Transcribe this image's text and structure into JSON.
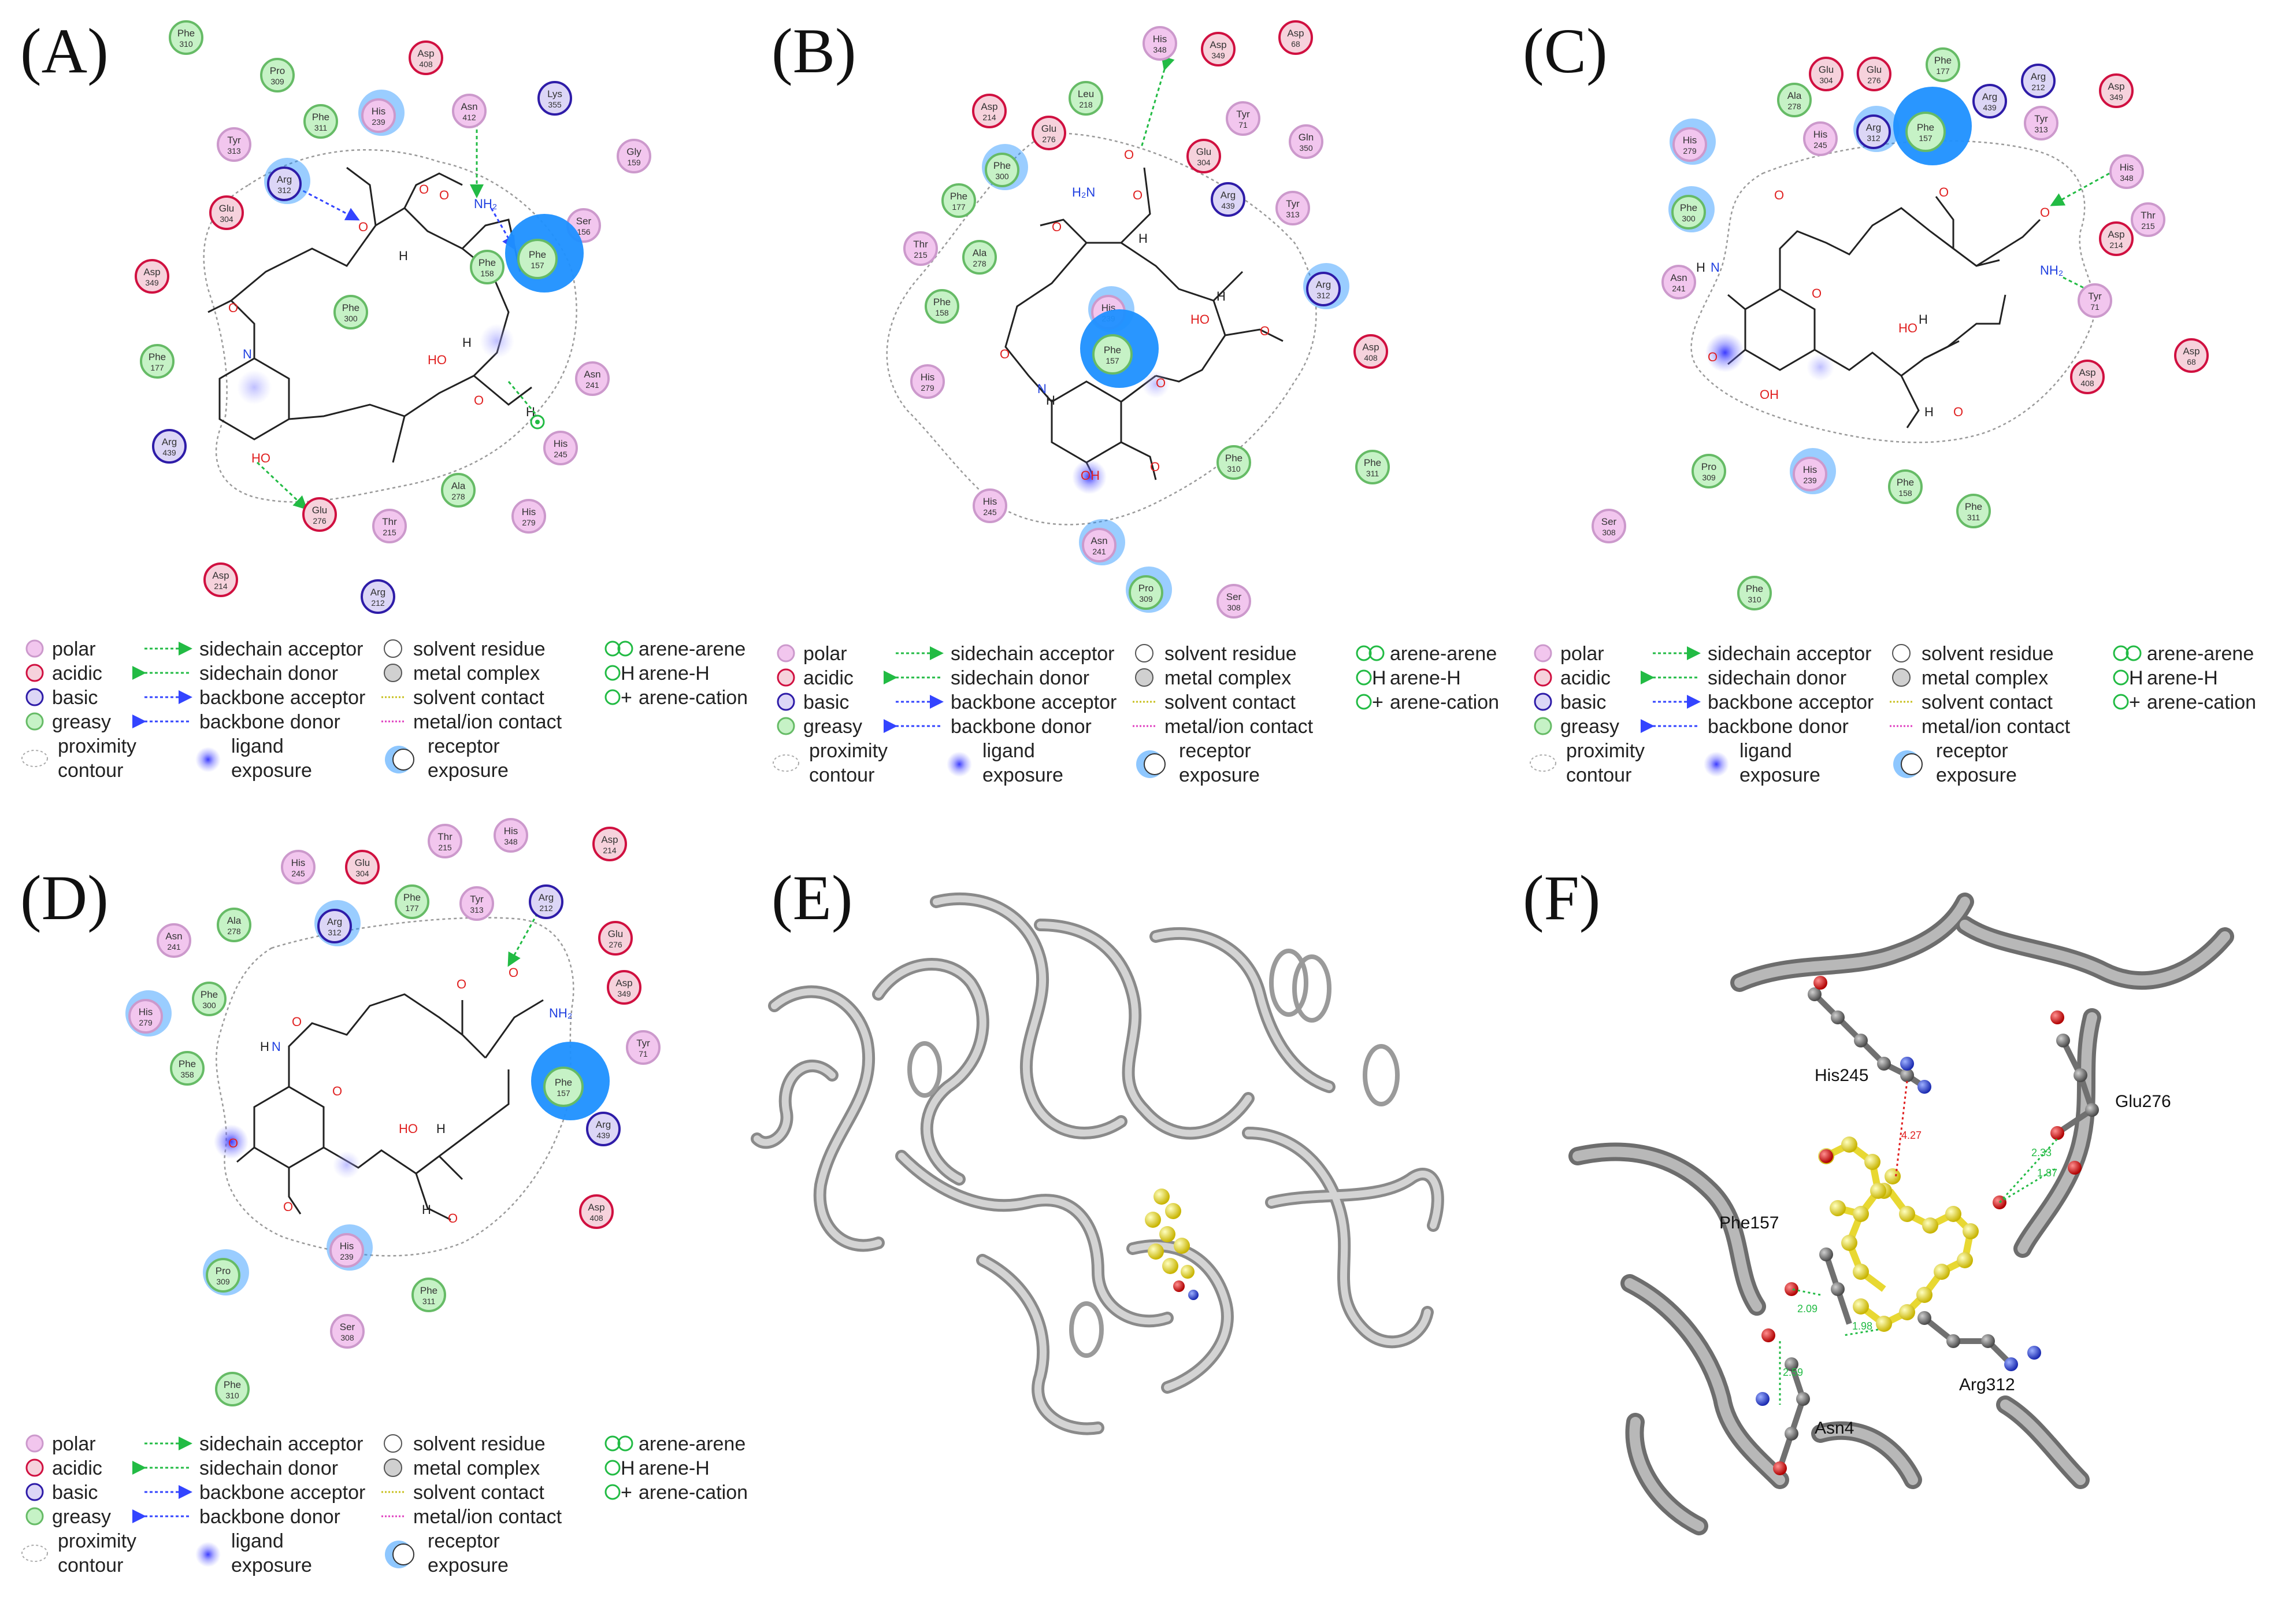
{
  "panels": {
    "A": {
      "letter": "(A)",
      "residues": [
        {
          "name": "Phe",
          "num": "310",
          "type": "greasy"
        },
        {
          "name": "Pro",
          "num": "309",
          "type": "greasy"
        },
        {
          "name": "Phe",
          "num": "311",
          "type": "greasy"
        },
        {
          "name": "His",
          "num": "239",
          "type": "polar",
          "exp": true
        },
        {
          "name": "Asp",
          "num": "408",
          "type": "acidic"
        },
        {
          "name": "Asn",
          "num": "412",
          "type": "polar"
        },
        {
          "name": "Lys",
          "num": "355",
          "type": "basic"
        },
        {
          "name": "Tyr",
          "num": "313",
          "type": "polar"
        },
        {
          "name": "Gly",
          "num": "159",
          "type": "polar"
        },
        {
          "name": "Arg",
          "num": "312",
          "type": "basic",
          "exp": true
        },
        {
          "name": "Ser",
          "num": "156",
          "type": "polar"
        },
        {
          "name": "Glu",
          "num": "304",
          "type": "acidic"
        },
        {
          "name": "Phe",
          "num": "158",
          "type": "greasy"
        },
        {
          "name": "Phe",
          "num": "157",
          "type": "greasy",
          "exp": true,
          "big": true
        },
        {
          "name": "Asp",
          "num": "349",
          "type": "acidic"
        },
        {
          "name": "Phe",
          "num": "300",
          "type": "greasy"
        },
        {
          "name": "Phe",
          "num": "177",
          "type": "greasy"
        },
        {
          "name": "Asn",
          "num": "241",
          "type": "polar"
        },
        {
          "name": "Arg",
          "num": "439",
          "type": "basic"
        },
        {
          "name": "His",
          "num": "245",
          "type": "polar"
        },
        {
          "name": "Ala",
          "num": "278",
          "type": "greasy"
        },
        {
          "name": "Glu",
          "num": "276",
          "type": "acidic"
        },
        {
          "name": "Thr",
          "num": "215",
          "type": "polar"
        },
        {
          "name": "His",
          "num": "279",
          "type": "polar"
        },
        {
          "name": "Asp",
          "num": "214",
          "type": "acidic"
        },
        {
          "name": "Arg",
          "num": "212",
          "type": "basic"
        }
      ],
      "atoms": [
        "O",
        "O",
        "O",
        "NH₂",
        "O",
        "N",
        "H",
        "HO",
        "O",
        "H",
        "HO",
        "H"
      ]
    },
    "B": {
      "letter": "(B)",
      "residues": [
        {
          "name": "Asp",
          "num": "349",
          "type": "acidic"
        },
        {
          "name": "Asp",
          "num": "68",
          "type": "acidic"
        },
        {
          "name": "His",
          "num": "348",
          "type": "polar"
        },
        {
          "name": "Leu",
          "num": "218",
          "type": "greasy"
        },
        {
          "name": "Asp",
          "num": "214",
          "type": "acidic"
        },
        {
          "name": "Glu",
          "num": "276",
          "type": "acidic"
        },
        {
          "name": "Tyr",
          "num": "71",
          "type": "polar"
        },
        {
          "name": "Gln",
          "num": "350",
          "type": "polar"
        },
        {
          "name": "Phe",
          "num": "300",
          "type": "greasy",
          "exp": true
        },
        {
          "name": "Glu",
          "num": "304",
          "type": "acidic"
        },
        {
          "name": "Phe",
          "num": "177",
          "type": "greasy"
        },
        {
          "name": "Arg",
          "num": "439",
          "type": "basic"
        },
        {
          "name": "Tyr",
          "num": "313",
          "type": "polar"
        },
        {
          "name": "Thr",
          "num": "215",
          "type": "polar"
        },
        {
          "name": "Ala",
          "num": "278",
          "type": "greasy"
        },
        {
          "name": "Phe",
          "num": "158",
          "type": "greasy"
        },
        {
          "name": "His",
          "num": "239",
          "type": "polar",
          "exp": true
        },
        {
          "name": "Arg",
          "num": "312",
          "type": "basic",
          "exp": true
        },
        {
          "name": "Phe",
          "num": "157",
          "type": "greasy",
          "exp": true,
          "big": true
        },
        {
          "name": "Asp",
          "num": "408",
          "type": "acidic"
        },
        {
          "name": "His",
          "num": "279",
          "type": "polar"
        },
        {
          "name": "Phe",
          "num": "310",
          "type": "greasy"
        },
        {
          "name": "Phe",
          "num": "311",
          "type": "greasy"
        },
        {
          "name": "His",
          "num": "245",
          "type": "polar"
        },
        {
          "name": "Asn",
          "num": "241",
          "type": "polar",
          "exp": true
        },
        {
          "name": "Pro",
          "num": "309",
          "type": "greasy",
          "exp": true
        },
        {
          "name": "Ser",
          "num": "308",
          "type": "polar"
        }
      ],
      "atoms": [
        "O",
        "H₂N",
        "O",
        "O",
        "H",
        "HO",
        "O",
        "O",
        "N",
        "H",
        "OH",
        "O",
        "H",
        "O"
      ]
    },
    "C": {
      "letter": "(C)",
      "residues": [
        {
          "name": "Glu",
          "num": "304",
          "type": "acidic"
        },
        {
          "name": "Glu",
          "num": "276",
          "type": "acidic"
        },
        {
          "name": "Phe",
          "num": "177",
          "type": "greasy"
        },
        {
          "name": "Arg",
          "num": "212",
          "type": "basic"
        },
        {
          "name": "Ala",
          "num": "278",
          "type": "greasy"
        },
        {
          "name": "Arg",
          "num": "439",
          "type": "basic"
        },
        {
          "name": "Asp",
          "num": "349",
          "type": "acidic"
        },
        {
          "name": "His",
          "num": "279",
          "type": "polar",
          "exp": true
        },
        {
          "name": "His",
          "num": "245",
          "type": "polar"
        },
        {
          "name": "Arg",
          "num": "312",
          "type": "basic",
          "exp": true
        },
        {
          "name": "Phe",
          "num": "157",
          "type": "greasy",
          "exp": true,
          "big": true
        },
        {
          "name": "Tyr",
          "num": "313",
          "type": "polar"
        },
        {
          "name": "His",
          "num": "348",
          "type": "polar"
        },
        {
          "name": "Phe",
          "num": "300",
          "type": "greasy",
          "exp": true
        },
        {
          "name": "Thr",
          "num": "215",
          "type": "polar"
        },
        {
          "name": "Asp",
          "num": "214",
          "type": "acidic"
        },
        {
          "name": "Asn",
          "num": "241",
          "type": "polar"
        },
        {
          "name": "Tyr",
          "num": "71",
          "type": "polar"
        },
        {
          "name": "Asp",
          "num": "68",
          "type": "acidic"
        },
        {
          "name": "Asp",
          "num": "408",
          "type": "acidic"
        },
        {
          "name": "Pro",
          "num": "309",
          "type": "greasy"
        },
        {
          "name": "His",
          "num": "239",
          "type": "polar",
          "exp": true
        },
        {
          "name": "Phe",
          "num": "158",
          "type": "greasy"
        },
        {
          "name": "Phe",
          "num": "311",
          "type": "greasy"
        },
        {
          "name": "Ser",
          "num": "308",
          "type": "polar"
        },
        {
          "name": "Phe",
          "num": "310",
          "type": "greasy"
        }
      ],
      "atoms": [
        "O",
        "N",
        "H",
        "O",
        "O",
        "OH",
        "O",
        "O",
        "NH₂",
        "HO",
        "H",
        "H",
        "O"
      ]
    },
    "D": {
      "letter": "(D)",
      "residues": [
        {
          "name": "Thr",
          "num": "215",
          "type": "polar"
        },
        {
          "name": "His",
          "num": "348",
          "type": "polar"
        },
        {
          "name": "Asp",
          "num": "214",
          "type": "acidic"
        },
        {
          "name": "His",
          "num": "245",
          "type": "polar"
        },
        {
          "name": "Glu",
          "num": "304",
          "type": "acidic"
        },
        {
          "name": "Phe",
          "num": "177",
          "type": "greasy"
        },
        {
          "name": "Tyr",
          "num": "313",
          "type": "polar"
        },
        {
          "name": "Arg",
          "num": "212",
          "type": "basic"
        },
        {
          "name": "Ala",
          "num": "278",
          "type": "greasy"
        },
        {
          "name": "Arg",
          "num": "312",
          "type": "basic",
          "exp": true
        },
        {
          "name": "Glu",
          "num": "276",
          "type": "acidic"
        },
        {
          "name": "Asn",
          "num": "241",
          "type": "polar"
        },
        {
          "name": "Asp",
          "num": "349",
          "type": "acidic"
        },
        {
          "name": "His",
          "num": "279",
          "type": "polar",
          "exp": true
        },
        {
          "name": "Phe",
          "num": "300",
          "type": "greasy"
        },
        {
          "name": "Tyr",
          "num": "71",
          "type": "polar"
        },
        {
          "name": "Phe",
          "num": "358",
          "type": "greasy"
        },
        {
          "name": "Phe",
          "num": "157",
          "type": "greasy",
          "exp": true,
          "big": true
        },
        {
          "name": "Arg",
          "num": "439",
          "type": "basic"
        },
        {
          "name": "Asp",
          "num": "408",
          "type": "acidic"
        },
        {
          "name": "His",
          "num": "239",
          "type": "polar",
          "exp": true
        },
        {
          "name": "Pro",
          "num": "309",
          "type": "greasy",
          "exp": true
        },
        {
          "name": "Phe",
          "num": "311",
          "type": "greasy"
        },
        {
          "name": "Ser",
          "num": "308",
          "type": "polar"
        },
        {
          "name": "Phe",
          "num": "310",
          "type": "greasy"
        }
      ],
      "atoms": [
        "O",
        "N",
        "H",
        "O",
        "O",
        "O",
        "NH₂",
        "O",
        "HO",
        "H",
        "O",
        "O",
        "H"
      ]
    },
    "E": {
      "letter": "(E)"
    },
    "F": {
      "letter": "(F)",
      "labels": {
        "his": "His245",
        "glu": "Glu276",
        "phe": "Phe157",
        "arg": "Arg312",
        "asn": "Asn4"
      },
      "distances": [
        "4.27",
        "2.33",
        "1.87",
        "2.09",
        "1.98",
        "2.59"
      ]
    }
  },
  "legend": {
    "polar": "polar",
    "acidic": "acidic",
    "basic": "basic",
    "greasy": "greasy",
    "proximity_1": "proximity",
    "proximity_2": "contour",
    "sc_acc": "sidechain acceptor",
    "sc_don": "sidechain donor",
    "bb_acc": "backbone acceptor",
    "bb_don": "backbone donor",
    "lig_1": "ligand",
    "lig_2": "exposure",
    "solv_res": "solvent residue",
    "metal": "metal complex",
    "solv_contact": "solvent contact",
    "metal_contact": "metal/ion contact",
    "rec_1": "receptor",
    "rec_2": "exposure",
    "arene_arene": "arene-arene",
    "arene_h": "arene-H",
    "arene_cation": "arene-cation",
    "arene_h_glyph": "H",
    "arene_cation_glyph": "+"
  },
  "colors": {
    "polar_fill": "#f2c6ee",
    "polar_stroke": "#cc99cc",
    "acidic_fill": "#f6d2dc",
    "acidic_stroke": "#d01040",
    "basic_fill": "#dcd6f6",
    "basic_stroke": "#2e1ca8",
    "greasy_fill": "#c6f2c6",
    "greasy_stroke": "#66bb66",
    "exposure": "#1e90ff",
    "ligand_exposure": "#4040ff",
    "hbond_sidechain": "#22bb44",
    "hbond_backbone": "#3344ff",
    "ribbon": "#a9a9a9",
    "ligand_3d": "#f2e63a",
    "carbon_3d": "#707070",
    "oxygen": "#e02020",
    "nitrogen": "#2040e0"
  }
}
